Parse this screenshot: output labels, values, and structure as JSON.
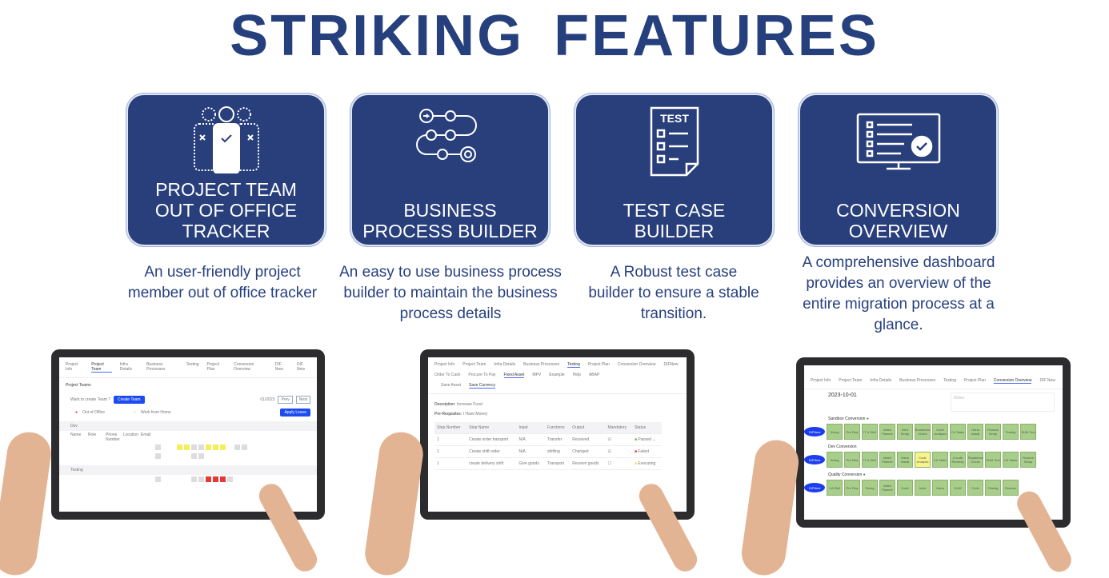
{
  "title": "STRIKING FEATURES",
  "features": [
    {
      "label": "PROJECT TEAM OUT OF OFFICE TRACKER",
      "icon": "team-people-icon",
      "description": "An  user-friendly project member out of office tracker"
    },
    {
      "label": "BUSINESS PROCESS BUILDER",
      "icon": "process-flow-icon",
      "description": "An easy to use  business process builder to maintain the business process details"
    },
    {
      "label": "TEST CASE BUILDER",
      "icon": "test-document-icon",
      "description": "A Robust test case builder to   ensure a stable transition."
    },
    {
      "label": "CONVERSION OVERVIEW",
      "icon": "monitor-checklist-icon",
      "description": "A comprehensive dashboard  provides an overview of the entire migration process at a glance."
    }
  ],
  "tablet1": {
    "tabs": [
      "Project Info",
      "Project Team",
      "Infra Details",
      "Business Processes",
      "Testing",
      "Project Plan",
      "Conversion Overview",
      "DIF New",
      "DIF New"
    ],
    "active_tab": "Project Team",
    "heading": "Project Teams",
    "create_prompt": "Want to create Team ?",
    "create_button": "Create Team",
    "month": "01/2023",
    "prev": "Prev",
    "next": "Next",
    "legend_out": "Out of Office",
    "legend_wfh": "Work from Home",
    "apply_button": "Apply Leave",
    "team1": "Dev",
    "team2": "Testing",
    "columns": [
      "Name",
      "Role",
      "Phone Number",
      "Location",
      "Email"
    ],
    "colors": {
      "out": "#e53935",
      "wfh": "#f4ee5a",
      "weekend": "#d6d6d6"
    }
  },
  "tablet2": {
    "tabs": [
      "Project Info",
      "Project Team",
      "Infra Details",
      "Business Processes",
      "Testing",
      "Project Plan",
      "Conversion Overview",
      "DIFNew"
    ],
    "subtabs": [
      "Order To Cash",
      "Procure To Pay",
      "Fixed Asset",
      "MPV",
      "Example",
      "Help",
      "ABAP"
    ],
    "subsubtabs": [
      "Save Asset",
      "Save Currency"
    ],
    "description_label": "Description:",
    "description_value": "Increase Fund",
    "prereq_label": "Pre-Requisites:",
    "prereq_value": "I Have Money",
    "columns": [
      "Step Number",
      "Step Name",
      "Input",
      "Functions",
      "Output",
      "Mandatory",
      "Status"
    ],
    "rows": [
      {
        "num": "1",
        "name": "Create order transport",
        "input": "N/A",
        "func": "Transfer",
        "output": "Received",
        "mandatory": true,
        "status": "Passed",
        "color": "#7cb342"
      },
      {
        "num": "1",
        "name": "Create shift order",
        "input": "N/A",
        "func": "shifting",
        "output": "Changed",
        "mandatory": true,
        "status": "Failed",
        "color": "#e53935"
      },
      {
        "num": "1",
        "name": "create delivery shift",
        "input": "Give goods",
        "func": "Transport",
        "output": "Receive goods",
        "mandatory": false,
        "status": "Executing",
        "color": "#f4e04d"
      }
    ]
  },
  "tablet3": {
    "tabs": [
      "Project Info",
      "Project Team",
      "Infra Details",
      "Business Processes",
      "Testing",
      "Project Plan",
      "Conversion Overview",
      "DIF New"
    ],
    "date": "2023-10-01",
    "notes_placeholder": "Notes",
    "sections": [
      {
        "name": "Sandbox Conversion",
        "done": true,
        "tag": "DIFNew",
        "steps": [
          "Sizing",
          "Pre Req",
          "IT & Skill",
          "Maint Planner",
          "Infra Setup",
          "Readiness Check",
          "Code Analysis",
          "CA Tasks",
          "Hana Install",
          "Finance Setup",
          "Testing",
          "SUM Tool"
        ]
      },
      {
        "name": "Dev Conversion",
        "done": false,
        "tag": "DIFNew",
        "steps": [
          "Sizing",
          "Pre Req",
          "IT & Skill",
          "Maint Planner",
          "Hana Install",
          "Code Analysis",
          "CA Tasks",
          "Z-code Remedy",
          "Readiness Check",
          "SUM Tool",
          "CA Tasks",
          "Finance Setup"
        ]
      },
      {
        "name": "Quality Conversion",
        "done": true,
        "tag": "DIFNew",
        "steps": [
          "CA Skill",
          "Pre Req",
          "Sizing",
          "Maint Planner",
          "Code",
          "Infra",
          "Hana",
          "SUM",
          "Code",
          "Testing",
          "Finance"
        ]
      }
    ]
  }
}
